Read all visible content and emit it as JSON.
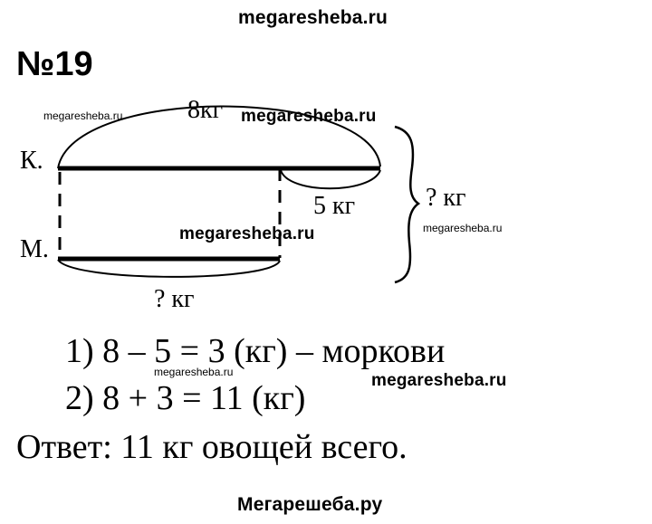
{
  "watermarks": {
    "top": "megaresheba.ru",
    "bottom": "Мегарешеба.ру",
    "inline": [
      "megaresheba.ru",
      "megaresheba.ru",
      "megaresheba.ru",
      "megaresheba.ru",
      "megaresheba.ru",
      "megaresheba.ru"
    ]
  },
  "problem_number": "№19",
  "diagram": {
    "top_total": "8кг",
    "label_k": "К.",
    "label_m": "М.",
    "segment_right": "5 кг",
    "brace_label": "? кг",
    "bottom_label": "? кг"
  },
  "solution": {
    "step1": "1) 8 – 5 = 3 (кг) – моркови",
    "step2": "2) 8 + 3 = 11 (кг)",
    "answer": "Ответ: 11 кг овощей всего."
  }
}
